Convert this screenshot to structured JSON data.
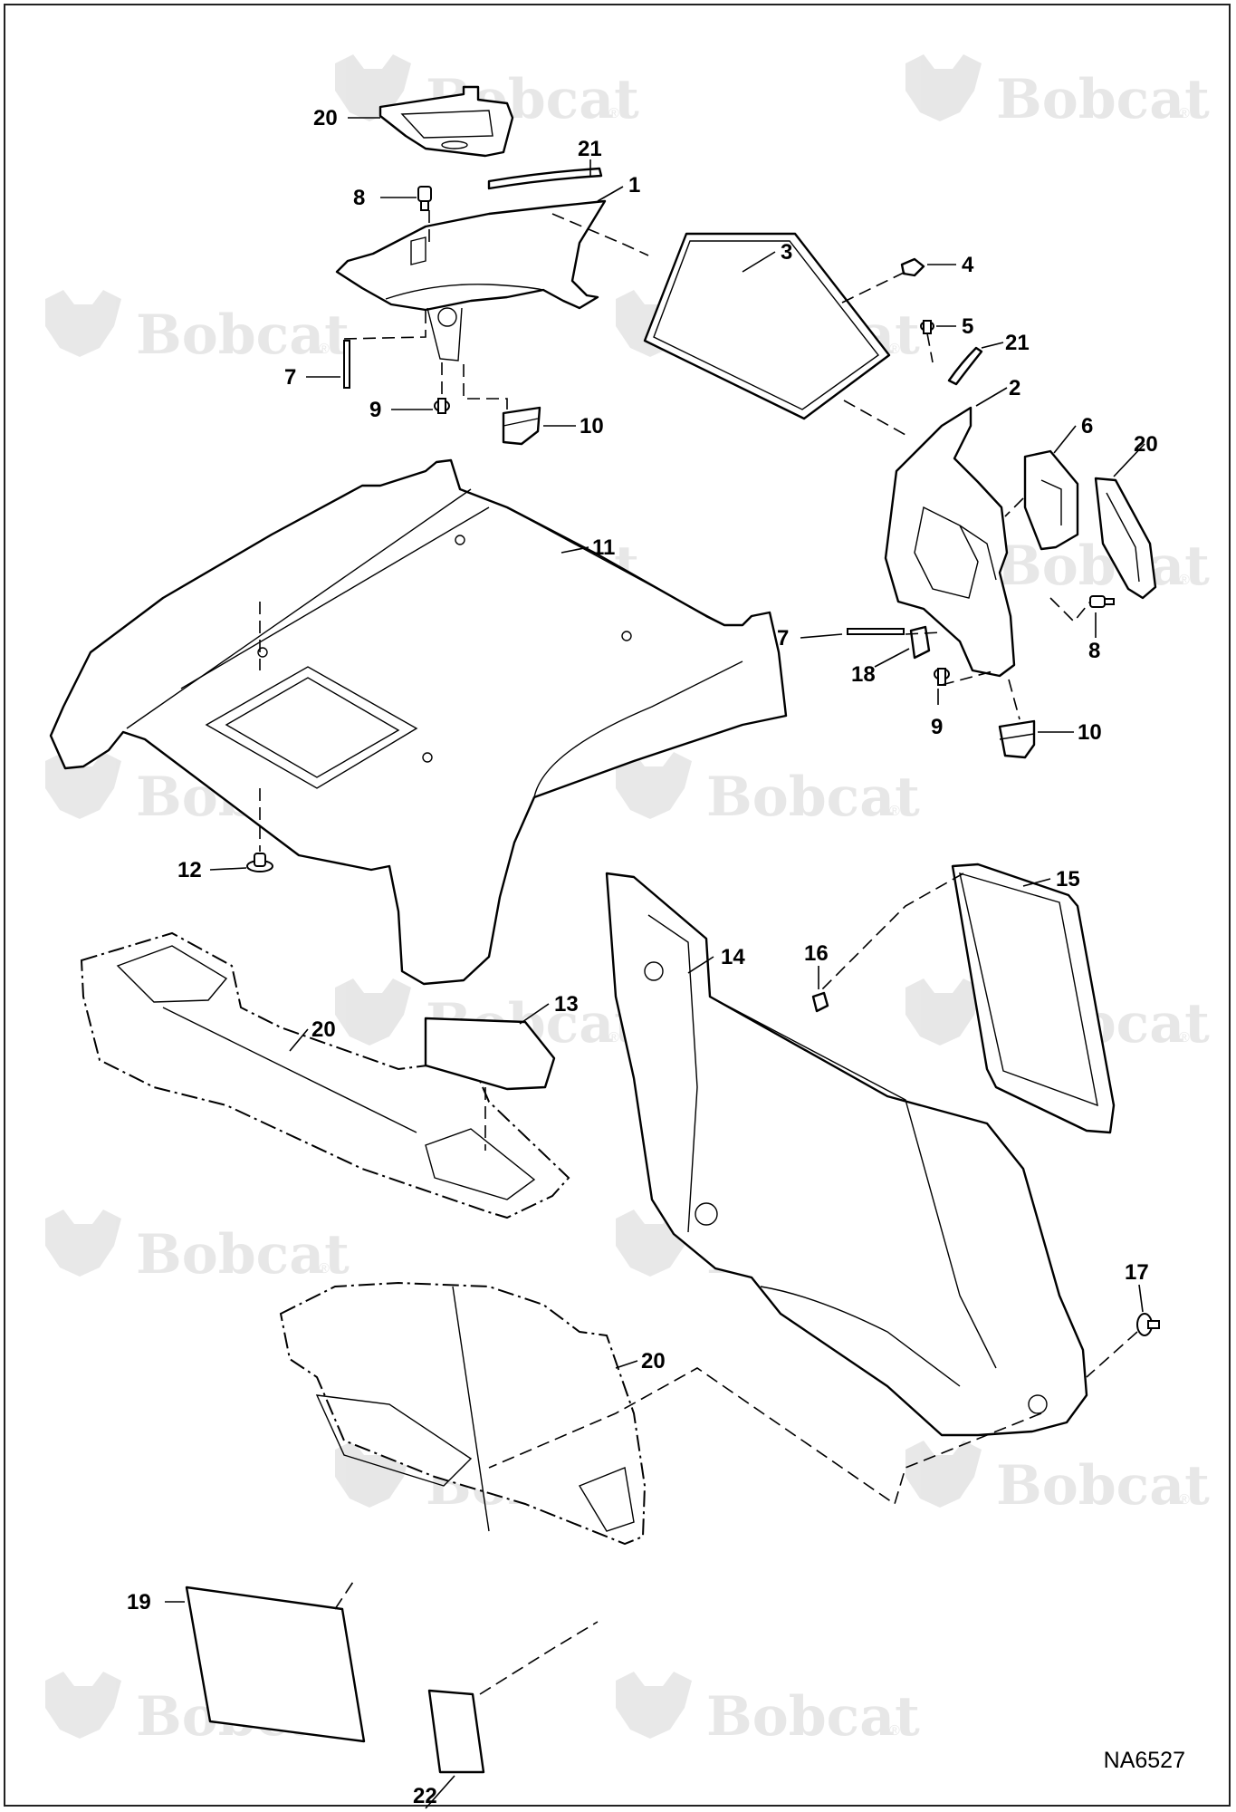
{
  "watermark": {
    "brand": "Bobcat",
    "registered": "®"
  },
  "callouts": [
    {
      "id": "c20a",
      "label": "20"
    },
    {
      "id": "c21a",
      "label": "21"
    },
    {
      "id": "c8a",
      "label": "8"
    },
    {
      "id": "c1",
      "label": "1"
    },
    {
      "id": "c3",
      "label": "3"
    },
    {
      "id": "c4",
      "label": "4"
    },
    {
      "id": "c5",
      "label": "5"
    },
    {
      "id": "c21b",
      "label": "21"
    },
    {
      "id": "c7a",
      "label": "7"
    },
    {
      "id": "c9a",
      "label": "9"
    },
    {
      "id": "c10a",
      "label": "10"
    },
    {
      "id": "c2",
      "label": "2"
    },
    {
      "id": "c6",
      "label": "6"
    },
    {
      "id": "c20b",
      "label": "20"
    },
    {
      "id": "c11",
      "label": "11"
    },
    {
      "id": "c7b",
      "label": "7"
    },
    {
      "id": "c8b",
      "label": "8"
    },
    {
      "id": "c18",
      "label": "18"
    },
    {
      "id": "c9b",
      "label": "9"
    },
    {
      "id": "c10b",
      "label": "10"
    },
    {
      "id": "c12",
      "label": "12"
    },
    {
      "id": "c15",
      "label": "15"
    },
    {
      "id": "c14",
      "label": "14"
    },
    {
      "id": "c16",
      "label": "16"
    },
    {
      "id": "c13",
      "label": "13"
    },
    {
      "id": "c20c",
      "label": "20"
    },
    {
      "id": "c17",
      "label": "17"
    },
    {
      "id": "c20d",
      "label": "20"
    },
    {
      "id": "c19",
      "label": "19"
    },
    {
      "id": "c22",
      "label": "22"
    }
  ],
  "drawing_id": "NA6527"
}
